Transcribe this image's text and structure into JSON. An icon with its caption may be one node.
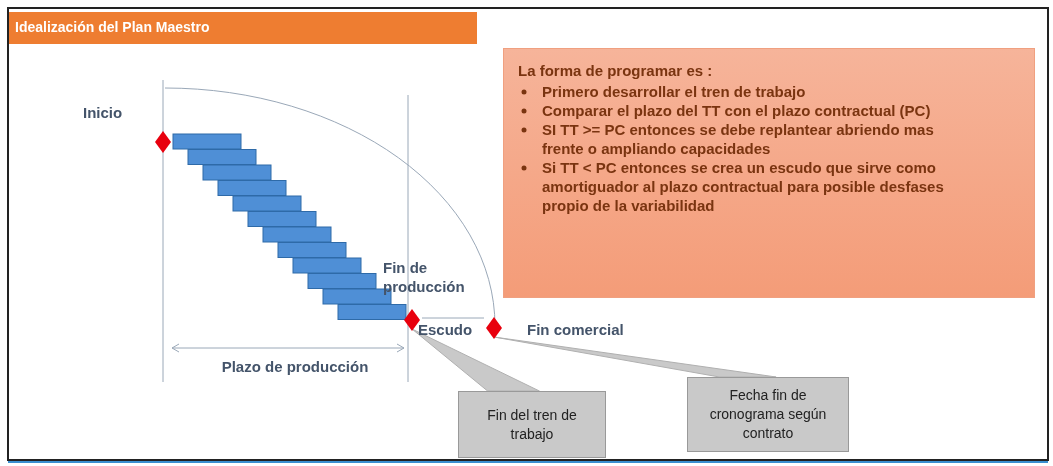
{
  "diagram": {
    "title": "Idealización del Plan Maestro",
    "nodes": [
      {
        "text": [
          "La forma de programar es :",
          "Primero desarrollar el tren de trabajo",
          "Comparar el plazo del TT con el plazo contractual (PC)",
          "SI TT >= PC entonces se debe replantear abriendo mas frente o ampliando capacidades",
          "Si TT < PC entonces se crea un escudo que sirve como amortiguador al plazo contractual para posible desfases propio de la variabilidad"
        ]
      },
      {
        "text": [],
        "shape": "diamond"
      },
      {
        "text": [],
        "shape": "diamond"
      },
      {
        "text": [],
        "shape": "diamond"
      },
      {
        "text": [
          "Fin del tren de trabajo"
        ]
      },
      {
        "text": [
          "Fecha fin de cronograma según contrato"
        ]
      }
    ],
    "edges": [
      {
        "from": 4,
        "to": 2,
        "arrow": "none"
      },
      {
        "from": 5,
        "to": 3,
        "arrow": "none"
      }
    ],
    "labels": [
      "Inicio",
      "Fin de producción",
      "Escudo",
      "Fin comercial",
      "Plazo de producción"
    ]
  }
}
